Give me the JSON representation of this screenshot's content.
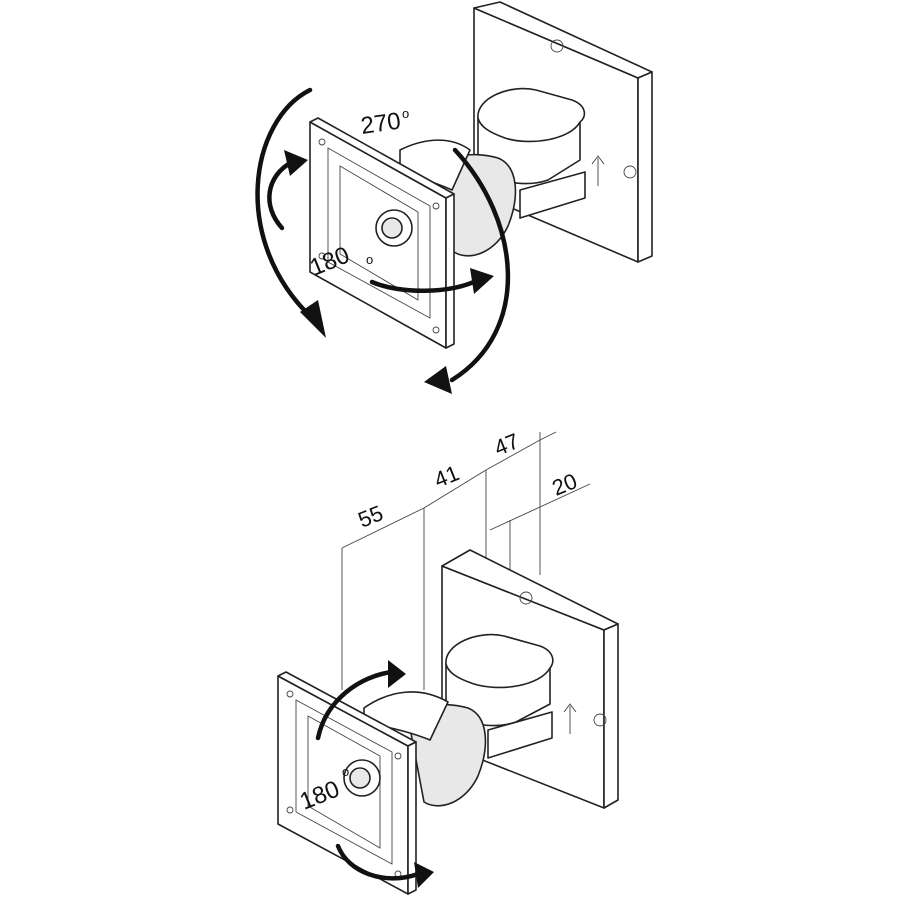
{
  "top_view": {
    "pan_angle": "270",
    "tilt_angle": "180",
    "degree_symbol": "o"
  },
  "bottom_view": {
    "rotation_angle": "180",
    "degree_symbol": "o",
    "dimensions": {
      "d55": "55",
      "d41": "41",
      "d47": "47",
      "d20": "20"
    }
  }
}
